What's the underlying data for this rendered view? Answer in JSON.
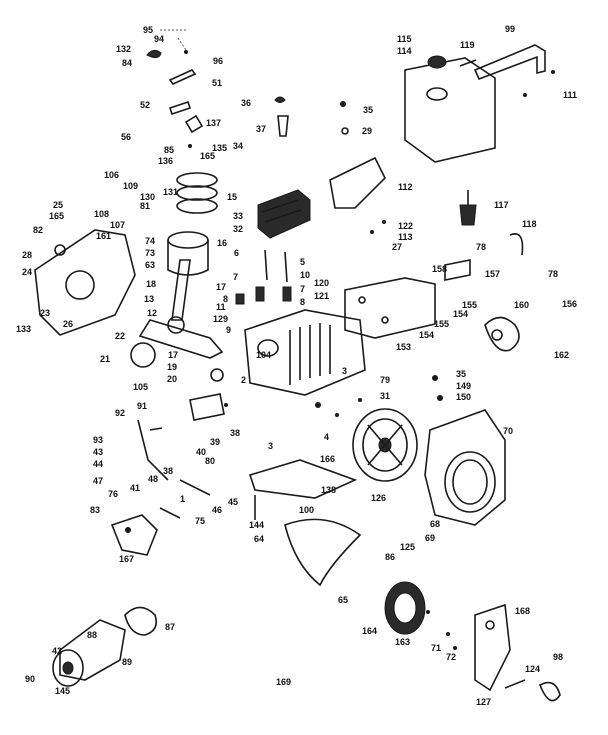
{
  "labels": {
    "l95": "95",
    "l94": "94",
    "l96": "96",
    "l132": "132",
    "l84": "84",
    "l51": "51",
    "l52": "52",
    "l56": "56",
    "l36": "36",
    "l35a": "35",
    "l37": "37",
    "l29": "29",
    "l137": "137",
    "l85": "85",
    "l136": "136",
    "l165a": "165",
    "l135": "135",
    "l34": "34",
    "l115": "115",
    "l114": "114",
    "l119": "119",
    "l99": "99",
    "l111": "111",
    "l106": "106",
    "l25": "25",
    "l165b": "165",
    "l109": "109",
    "l108": "108",
    "l107": "107",
    "l81": "81",
    "l130": "130",
    "l131": "131",
    "l15": "15",
    "l33": "33",
    "l32": "32",
    "l112": "112",
    "l117": "117",
    "l122": "122",
    "l113": "113",
    "l27": "27",
    "l118": "118",
    "l78a": "78",
    "l82": "82",
    "l161": "161",
    "l74": "74",
    "l73": "73",
    "l63": "63",
    "l28": "28",
    "l24": "24",
    "l16": "16",
    "l6": "6",
    "l5": "5",
    "l10": "10",
    "l120": "120",
    "l121": "121",
    "l158": "158",
    "l157": "157",
    "l78b": "78",
    "l133": "133",
    "l23": "23",
    "l26": "26",
    "l18": "18",
    "l17": "17",
    "l7a": "7",
    "l7b": "7",
    "l8a": "8",
    "l8b": "8",
    "l155a": "155",
    "l154a": "154",
    "l155b": "155",
    "l154b": "154",
    "l153": "153",
    "l160": "160",
    "l156": "156",
    "l13": "13",
    "l12": "12",
    "l11": "11",
    "l129": "129",
    "l9": "9",
    "l22": "22",
    "l162": "162",
    "l21": "21",
    "l17b": "17",
    "l19": "19",
    "l20": "20",
    "l104": "104",
    "l2": "2",
    "l3": "3",
    "l79": "79",
    "l35b": "35",
    "l149": "149",
    "l150": "150",
    "l105": "105",
    "l92": "92",
    "l91": "91",
    "l31": "31",
    "l4": "4",
    "l70": "70",
    "l93": "93",
    "l43": "43",
    "l44": "44",
    "l39": "39",
    "l40": "40",
    "l38a": "38",
    "l38b": "38",
    "l80": "80",
    "l166": "166",
    "l47": "47",
    "l41": "41",
    "l76": "76",
    "l48": "48",
    "l46": "46",
    "l45": "45",
    "l1": "1",
    "l138": "138",
    "l83": "83",
    "l75": "75",
    "l100": "100",
    "l144": "144",
    "l126": "126",
    "l64": "64",
    "l125": "125",
    "l68": "68",
    "l69": "69",
    "l167": "167",
    "l86": "86",
    "l65": "65",
    "l88": "88",
    "l87": "87",
    "l164": "164",
    "l168": "168",
    "l163": "163",
    "l71": "71",
    "l72": "72",
    "l42": "42",
    "l89": "89",
    "l90": "90",
    "l145": "145",
    "l169": "169",
    "l124": "124",
    "l98": "98",
    "l127": "127"
  }
}
